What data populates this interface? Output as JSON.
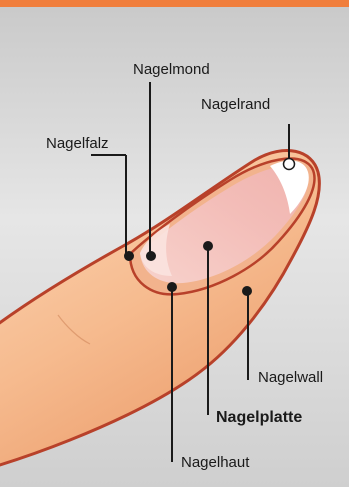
{
  "colors": {
    "background": "#d8d8d8",
    "top_stripe": "#f07e3c",
    "finger_outline": "#b8412a",
    "skin_light": "#fbd2b0",
    "skin_mid": "#f4b487",
    "skin_shadow": "#e99a6a",
    "nail_plate": "#f4c3c0",
    "nail_tip": "#ffffff",
    "leader_line": "#1a1a1a"
  },
  "labels": {
    "nagelmond": "Nagelmond",
    "nagelrand": "Nagelrand",
    "nagelfalz": "Nagelfalz",
    "nagelwall": "Nagelwall",
    "nagelplatte": "Nagelplatte",
    "nagelhaut": "Nagelhaut"
  }
}
